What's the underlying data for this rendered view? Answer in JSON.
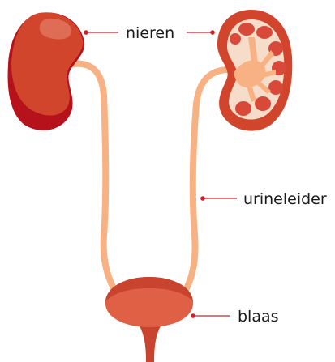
{
  "labels": {
    "kidneys": "nieren",
    "ureter": "urineleider",
    "bladder": "blaas"
  },
  "colors": {
    "kidney_dark": "#b5121b",
    "kidney_main": "#d2452d",
    "kidney_highlight": "#e2735c",
    "kidney_inner": "#f6ddc9",
    "ureter": "#f8b183",
    "bladder_main": "#e06045",
    "bladder_dark": "#c9442f",
    "leader_line": "#d0202a"
  }
}
